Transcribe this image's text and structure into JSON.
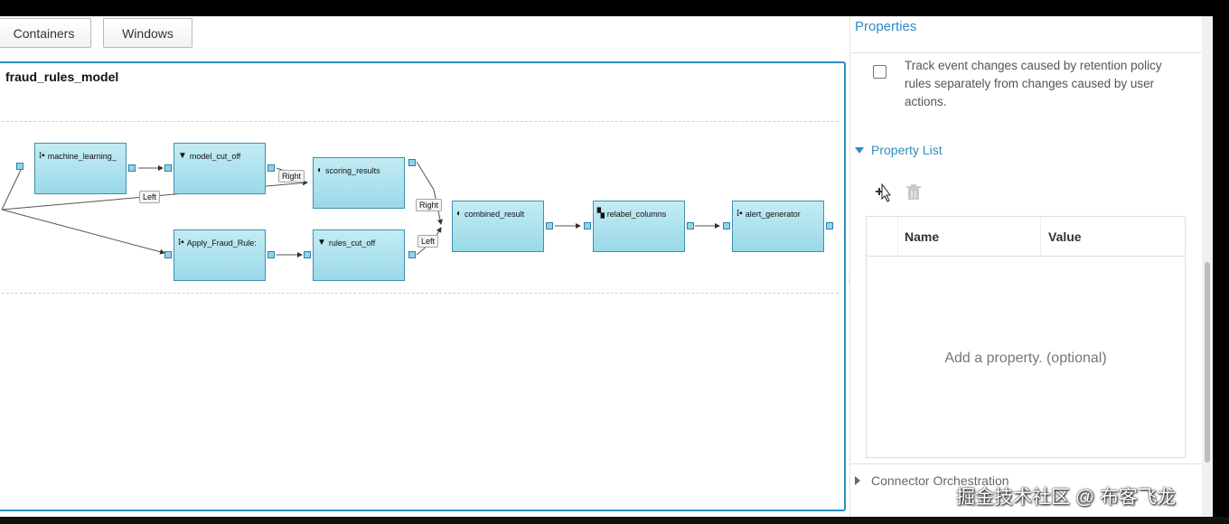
{
  "toolbar": {
    "containers_label": "Containers",
    "windows_label": "Windows"
  },
  "canvas": {
    "model_title": "fraud_rules_model",
    "nodes": {
      "machine_learning": "machine_learning_",
      "model_cut_off": "model_cut_off",
      "scoring_results": "scoring_results",
      "apply_fraud_rules": "Apply_Fraud_Rule:",
      "rules_cut_off": "rules_cut_off",
      "combined_result": "combined_result",
      "relabel_columns": "relabel_columns",
      "alert_generator": "alert_generator"
    },
    "edge_labels": {
      "right_1": "Right",
      "left_1": "Left",
      "right_2": "Right",
      "left_2": "Left"
    }
  },
  "properties": {
    "title": "Properties",
    "checkbox_text": "Track event changes caused by retention policy rules separately from changes caused by user actions.",
    "property_list": {
      "title": "Property List",
      "columns": [
        "Name",
        "Value"
      ],
      "empty_message": "Add a property. (optional)"
    },
    "connector_orchestration": "Connector Orchestration"
  },
  "watermark": "掘金技术社区 @ 布客飞龙",
  "colors": {
    "accent": "#2e8cbf",
    "node_fill": "#a8e0ee"
  }
}
